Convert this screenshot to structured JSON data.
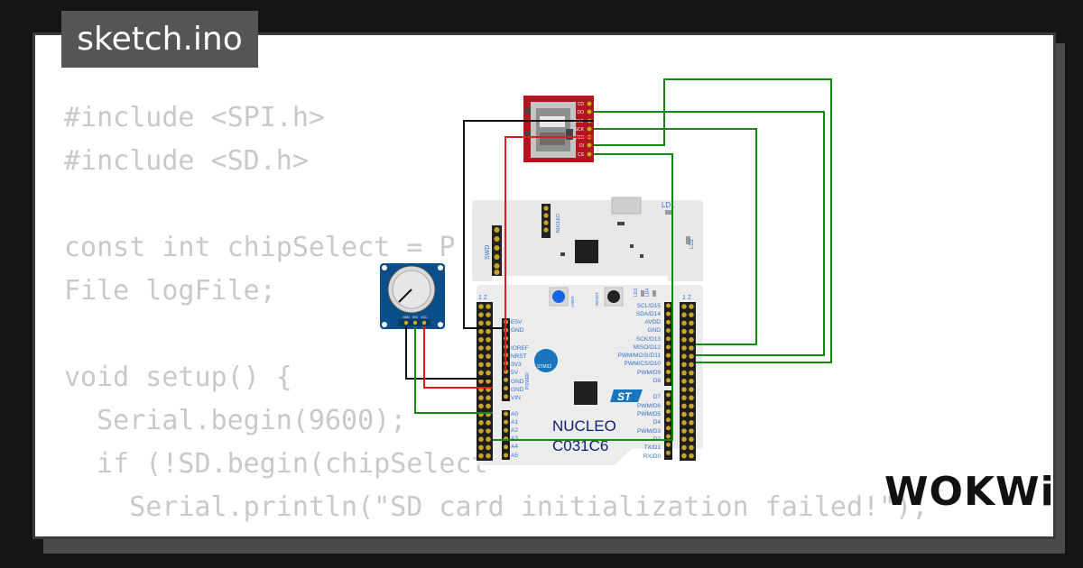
{
  "header": {
    "filename": "sketch.ino"
  },
  "code": {
    "lines": [
      "#include <SPI.h>",
      "#include <SD.h>",
      "",
      "const int chipSelect = P",
      "File logFile;",
      "",
      "void setup() {",
      "  Serial.begin(9600);",
      "  if (!SD.begin(chipSelect",
      "    Serial.println(\"SD card initialization failed!\");"
    ]
  },
  "brand": {
    "logo_text": "WOKWi"
  },
  "board": {
    "name_line1": "NUCLEO",
    "name_line2": "C031C6",
    "nucleo_tag": "NUCLEO",
    "swd_label": "SWD",
    "user_label": "USER",
    "reset_label": "RESET",
    "stm32_label": "STM32",
    "ld1": "LD1",
    "ld2": "LD2",
    "ld3": "LD3",
    "ld4": "LD4",
    "power_label": "POWER",
    "pin_header_left": "1 2",
    "pin_header_right": "1 2",
    "left_pins": [
      "E5V",
      "GND",
      "IOREF",
      "NRST",
      "3V3",
      "5V",
      "GND",
      "GND",
      "VIN",
      "A0",
      "A1",
      "A2",
      "A3",
      "A4",
      "A5"
    ],
    "right_pins": [
      "SCL/D15",
      "SDA/D14",
      "AVDD",
      "GND",
      "SCK/D13",
      "MISO/D12",
      "PWM/MOSI/D11",
      "PWM/CS/D10",
      "PWM/D9",
      "D8",
      "D7",
      "PWM/D6",
      "PWM/D5",
      "D4",
      "PWM/D3",
      "D2",
      "TX/D1",
      "RX/D0"
    ]
  },
  "sd_module": {
    "pins": [
      "CD",
      "DO",
      "GND",
      "SCK",
      "VCC",
      "DI",
      "CS"
    ]
  },
  "potentiometer": {
    "pins": [
      "GND",
      "SIG",
      "VCC"
    ]
  },
  "colors": {
    "wire_black": "#111111",
    "wire_red": "#e01b1b",
    "wire_green": "#138a13",
    "sd_red": "#b3141f",
    "pot_blue": "#0b4f8a",
    "st_blue": "#1b75bc"
  }
}
